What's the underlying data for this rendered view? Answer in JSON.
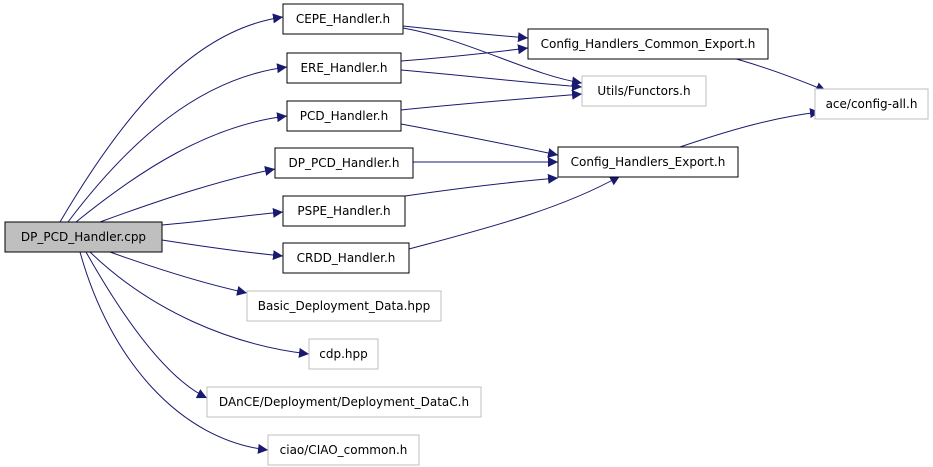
{
  "colors": {
    "edge": "#191970",
    "root_fill": "#bfbfbf",
    "node_border": "#000000",
    "external_border": "#bfbfbf",
    "text": "#000000"
  },
  "nodes": {
    "root": "DP_PCD_Handler.cpp",
    "cepe": "CEPE_Handler.h",
    "ere": "ERE_Handler.h",
    "pcd": "PCD_Handler.h",
    "dppcd": "DP_PCD_Handler.h",
    "pspe": "PSPE_Handler.h",
    "crdd": "CRDD_Handler.h",
    "basic": "Basic_Deployment_Data.hpp",
    "cdp": "cdp.hpp",
    "dance": "DAnCE/Deployment/Deployment_DataC.h",
    "ciao": "ciao/CIAO_common.h",
    "cfgcommon": "Config_Handlers_Common_Export.h",
    "utils": "Utils/Functors.h",
    "cfgexport": "Config_Handlers_Export.h",
    "ace": "ace/config-all.h"
  }
}
